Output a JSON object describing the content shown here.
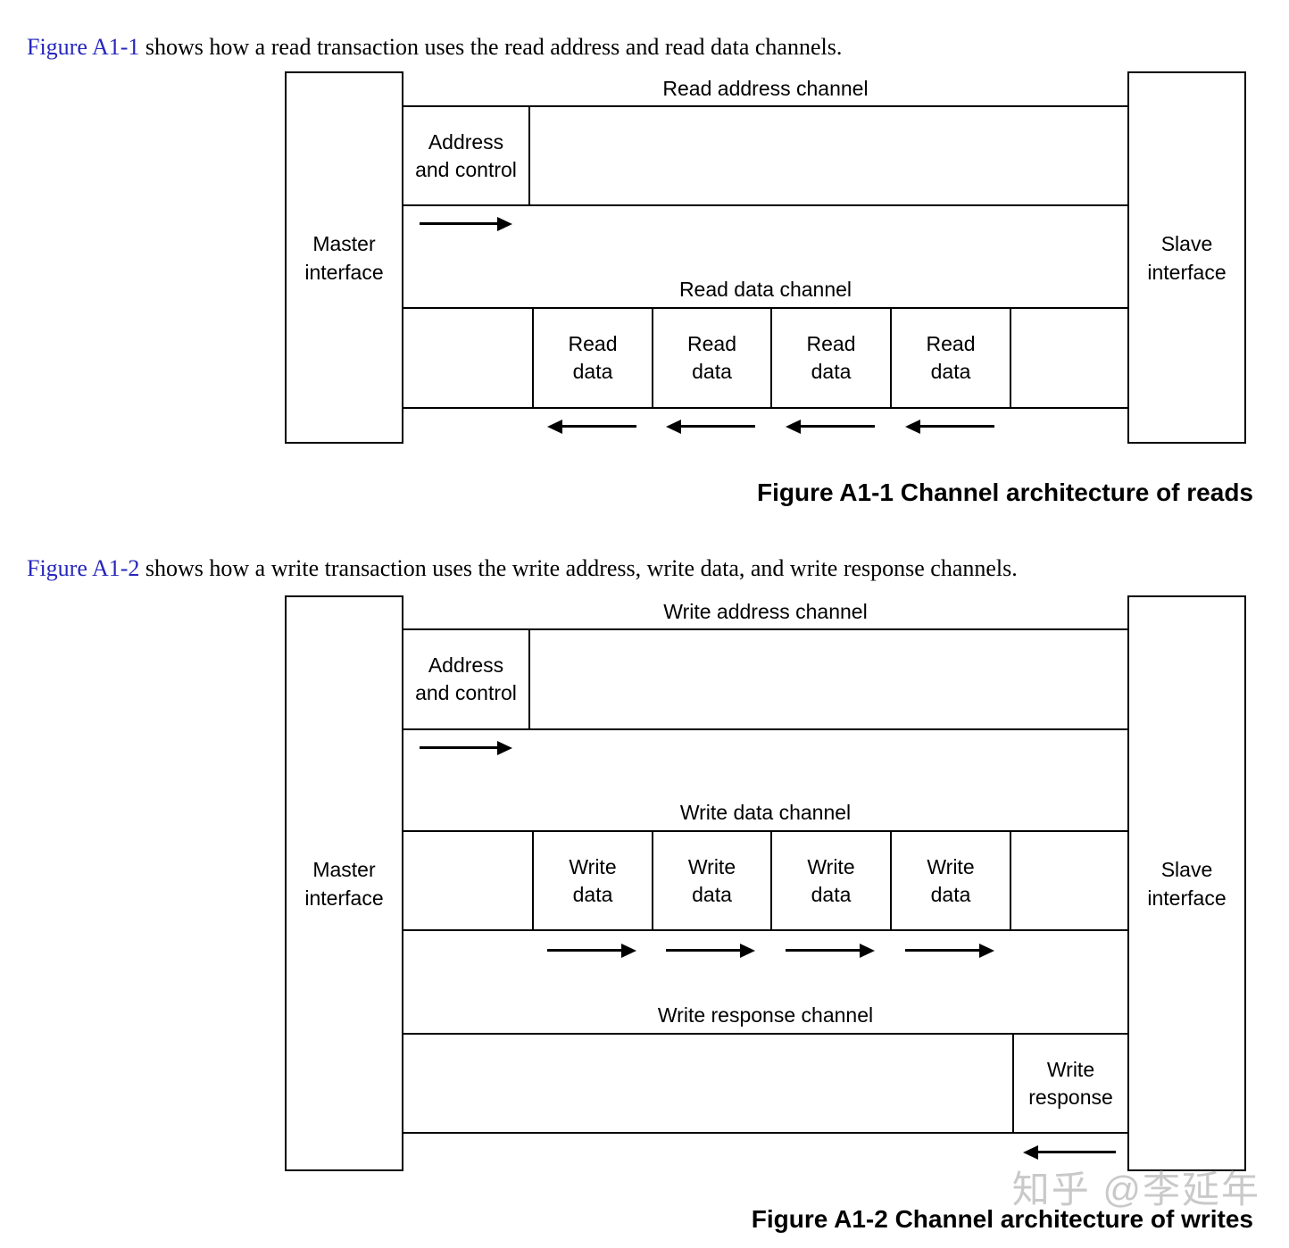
{
  "colors": {
    "background": "#ffffff",
    "text": "#000000",
    "line": "#000000",
    "link": "#2626bb",
    "watermark": "#c9c9c9"
  },
  "intro1": {
    "link_text": "Figure A1-1",
    "text": " shows how a read transaction uses the read address and read data channels."
  },
  "intro2": {
    "link_text": "Figure A1-2",
    "text": " shows how a write transaction uses the write address, write data, and write response channels."
  },
  "fig_reads": {
    "master": [
      "Master",
      "interface"
    ],
    "slave": [
      "Slave",
      "interface"
    ],
    "address_channel_label": "Read address channel",
    "address_box": [
      "Address",
      "and control"
    ],
    "data_channel_label": "Read data channel",
    "data_box": [
      "Read",
      "data"
    ],
    "data_box_count": 4,
    "caption": "Figure A1-1 Channel architecture of reads"
  },
  "fig_writes": {
    "master": [
      "Master",
      "interface"
    ],
    "slave": [
      "Slave",
      "interface"
    ],
    "address_channel_label": "Write address channel",
    "address_box": [
      "Address",
      "and control"
    ],
    "data_channel_label": "Write data channel",
    "data_box": [
      "Write",
      "data"
    ],
    "data_box_count": 4,
    "response_channel_label": "Write response channel",
    "response_box": [
      "Write",
      "response"
    ],
    "caption": "Figure A1-2 Channel architecture of writes"
  },
  "watermark": "知乎 @李延年"
}
